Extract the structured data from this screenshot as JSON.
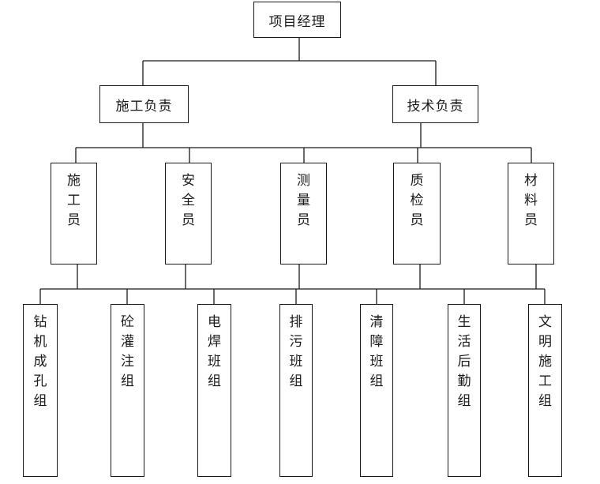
{
  "root": {
    "label": "项目经理"
  },
  "level1": [
    {
      "label": "施工负责"
    },
    {
      "label": "技术负责"
    }
  ],
  "level2": [
    {
      "label": "施工员"
    },
    {
      "label": "安全员"
    },
    {
      "label": "测量员"
    },
    {
      "label": "质检员"
    },
    {
      "label": "材料员"
    }
  ],
  "level3": [
    {
      "label": "钻机成孔组"
    },
    {
      "label": "砼灌注组"
    },
    {
      "label": "电焊班组"
    },
    {
      "label": "排污班组"
    },
    {
      "label": "清障班组"
    },
    {
      "label": "生活后勤组"
    },
    {
      "label": "文明施工组"
    }
  ]
}
